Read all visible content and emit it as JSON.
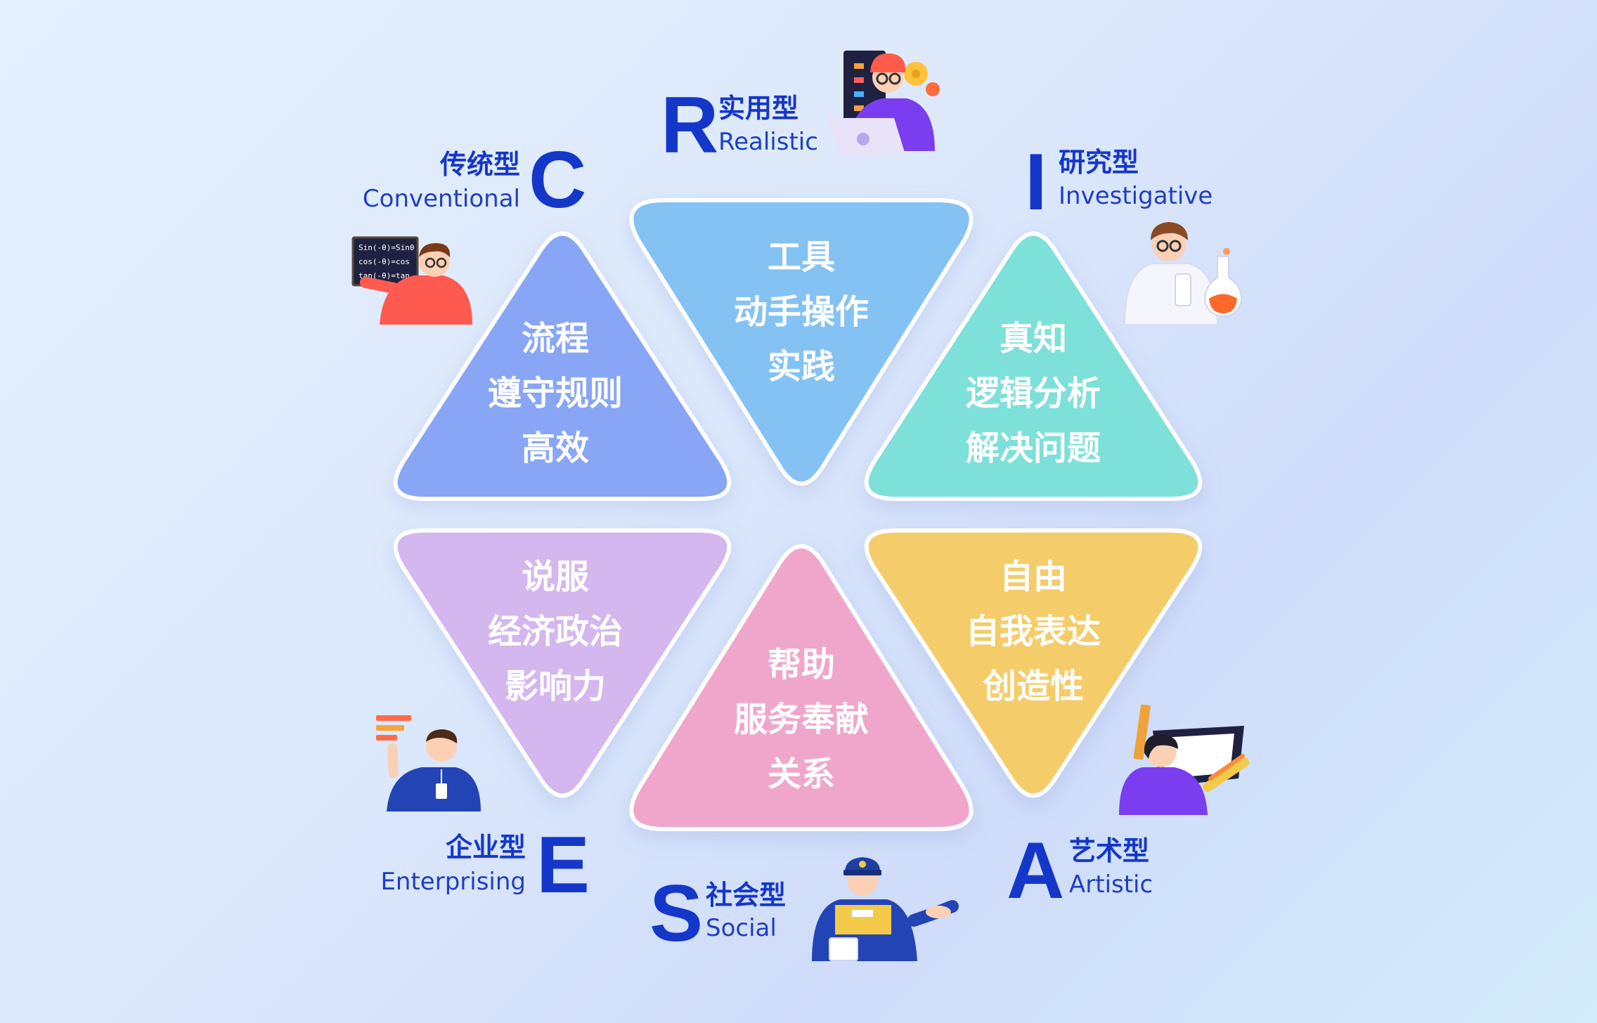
{
  "types": [
    {
      "key": "R",
      "letter": "R",
      "cn": "实用型",
      "en": "Realistic",
      "color": "#85c2f4",
      "lines": [
        "工具",
        "动手操作",
        "实践"
      ]
    },
    {
      "key": "I",
      "letter": "I",
      "cn": "研究型",
      "en": "Investigative",
      "color": "#7de0d9",
      "lines": [
        "真知",
        "逻辑分析",
        "解决问题"
      ]
    },
    {
      "key": "A",
      "letter": "A",
      "cn": "艺术型",
      "en": "Artistic",
      "color": "#f5cc6b",
      "lines": [
        "自由",
        "自我表达",
        "创造性"
      ]
    },
    {
      "key": "S",
      "letter": "S",
      "cn": "社会型",
      "en": "Social",
      "color": "#f0a6cb",
      "lines": [
        "帮助",
        "服务奉献",
        "关系"
      ]
    },
    {
      "key": "E",
      "letter": "E",
      "cn": "企业型",
      "en": "Enterprising",
      "color": "#d4b7ee",
      "lines": [
        "说服",
        "经济政治",
        "影响力"
      ]
    },
    {
      "key": "C",
      "letter": "C",
      "cn": "传统型",
      "en": "Conventional",
      "color": "#88a6f5",
      "lines": [
        "流程",
        "遵守规则",
        "高效"
      ]
    }
  ],
  "chalkboard_text": [
    "Sin(-θ)=Sinθ",
    "cos(-θ)=cos",
    "tan(-θ)=tan"
  ],
  "icons": [
    "engineer-illustration",
    "scientist-illustration",
    "artist-illustration",
    "police-officer-illustration",
    "businessman-illustration",
    "teacher-illustration"
  ]
}
